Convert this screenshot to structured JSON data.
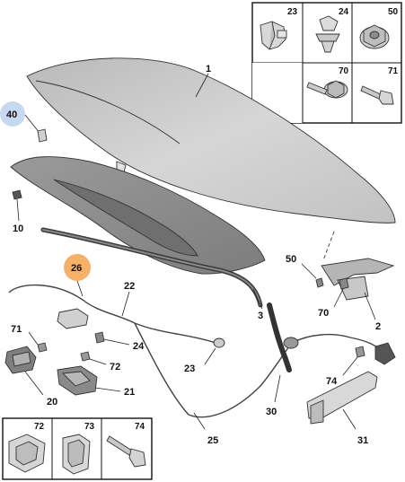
{
  "callouts": {
    "c1": "1",
    "c2": "2",
    "c3": "3",
    "c10": "10",
    "c20": "20",
    "c21": "21",
    "c22": "22",
    "c23": "23",
    "c24": "24",
    "c25": "25",
    "c26": "26",
    "c30": "30",
    "c31": "31",
    "c40": "40",
    "c50": "50",
    "c70": "70",
    "c71": "71",
    "c72": "72",
    "c74": "74"
  },
  "top_grid": {
    "cells": [
      "23",
      "24",
      "50",
      "70",
      "71"
    ]
  },
  "bottom_grid": {
    "cells": [
      "72",
      "73",
      "74"
    ]
  },
  "colors": {
    "highlight_blue": "#c6d9f1",
    "highlight_orange": "#f5b06a",
    "hood_fill": "#c9c9c9",
    "liner_fill": "#8f8f8f"
  }
}
